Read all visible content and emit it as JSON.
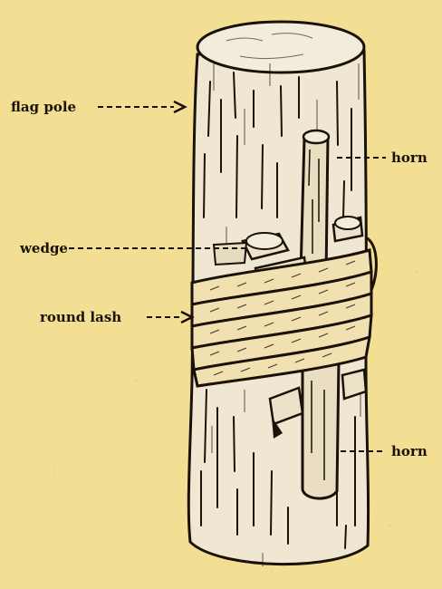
{
  "colors": {
    "background": "#f3df93",
    "ink": "#1a1208",
    "wood": "#efe7d2",
    "rope": "#f1e1b0"
  },
  "labels": {
    "flag_pole": "flag pole",
    "horn_top": "horn",
    "wedge": "wedge",
    "round_lash": "round lash",
    "horn_bottom": "horn"
  }
}
